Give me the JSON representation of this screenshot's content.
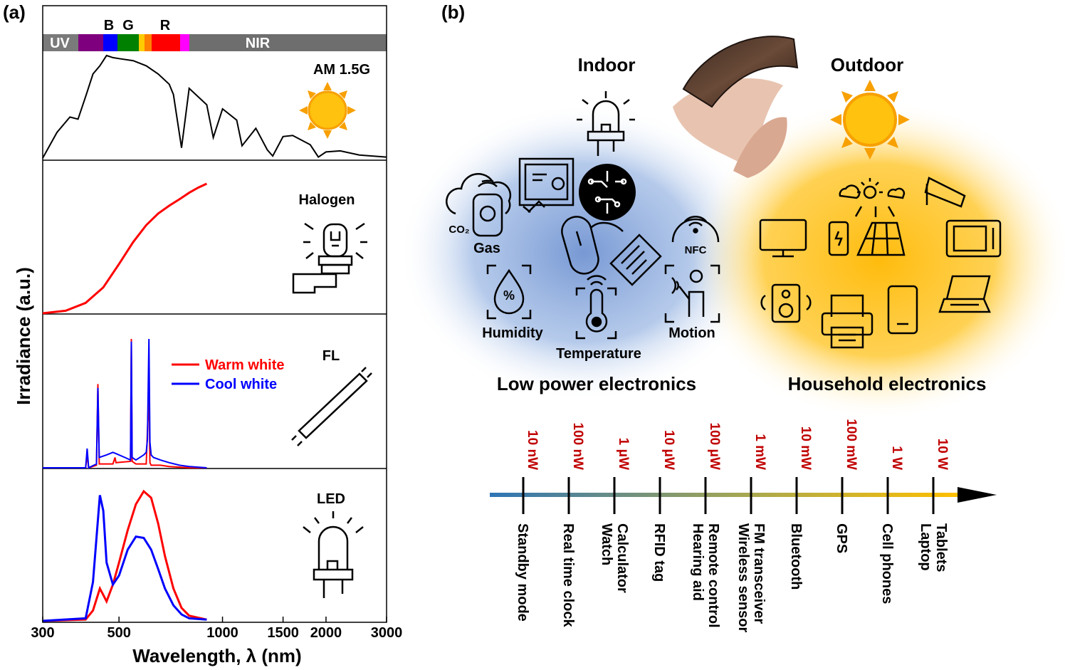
{
  "panel_a": {
    "label": "(a)",
    "ylabel": "Irradiance (a.u.)",
    "xlabel": "Wavelength, λ (nm)",
    "xticks": [
      "300",
      "500",
      "1000",
      "1500",
      "2000",
      "3000"
    ],
    "bands": {
      "uv": "UV",
      "b": "B",
      "g": "G",
      "r": "R",
      "nir": "NIR",
      "colors": {
        "uv": "#7a7a7a",
        "violet": "#7f007f",
        "blue": "#0000ff",
        "green": "#008000",
        "yellow": "#ffcc00",
        "orange": "#ff8000",
        "red": "#ff0000",
        "magenta": "#ff00ff",
        "nir": "#6e6e6e"
      }
    },
    "labels": {
      "am": "AM 1.5G",
      "halogen": "Halogen",
      "fl": "FL",
      "led": "LED"
    },
    "legend": {
      "warm": "Warm white",
      "cool": "Cool white"
    },
    "colors": {
      "warm": "#ff0000",
      "cool": "#0000ff",
      "sun_fill": "#ffc20e",
      "sun_ray": "#f7a000"
    }
  },
  "chart_data": [
    {
      "type": "line",
      "title": "AM 1.5G",
      "xlabel": "Wavelength, λ (nm)",
      "ylabel": "Irradiance (a.u.)",
      "x_scale": "log",
      "xlim": [
        300,
        3000
      ],
      "series": [
        {
          "x": [
            300,
            330,
            360,
            380,
            400,
            420,
            440,
            460,
            480,
            500,
            550,
            600,
            650,
            700,
            720,
            760,
            800,
            900,
            940,
            1000,
            1100,
            1140,
            1250,
            1350,
            1400,
            1500,
            1600,
            1800,
            1900,
            2000,
            2200,
            2500,
            3000
          ],
          "y": [
            0.0,
            0.25,
            0.4,
            0.38,
            0.6,
            0.82,
            0.9,
            1.0,
            0.98,
            0.97,
            0.95,
            0.9,
            0.82,
            0.72,
            0.62,
            0.1,
            0.68,
            0.52,
            0.2,
            0.48,
            0.37,
            0.12,
            0.29,
            0.08,
            0.02,
            0.21,
            0.22,
            0.13,
            0.01,
            0.06,
            0.07,
            0.03,
            0.01
          ]
        }
      ]
    },
    {
      "type": "line",
      "title": "Halogen",
      "x_scale": "log",
      "xlim": [
        300,
        3000
      ],
      "series": [
        {
          "color": "#ff0000",
          "x": [
            300,
            350,
            400,
            450,
            500,
            550,
            600,
            650,
            700,
            750,
            800,
            850,
            900
          ],
          "y": [
            0.0,
            0.02,
            0.08,
            0.2,
            0.38,
            0.55,
            0.68,
            0.77,
            0.83,
            0.88,
            0.93,
            0.97,
            1.0
          ]
        }
      ]
    },
    {
      "type": "line",
      "title": "FL",
      "x_scale": "log",
      "xlim": [
        300,
        3000
      ],
      "series": [
        {
          "name": "Warm white",
          "color": "#ff0000",
          "x": [
            300,
            400,
            404,
            408,
            430,
            434,
            438,
            480,
            487,
            490,
            540,
            543,
            546,
            560,
            600,
            611,
            615,
            620,
            660,
            700,
            800,
            900
          ],
          "y": [
            0.0,
            0.0,
            0.1,
            0.0,
            0.02,
            0.65,
            0.03,
            0.03,
            0.08,
            0.04,
            0.05,
            1.0,
            0.05,
            0.03,
            0.03,
            0.6,
            0.04,
            0.02,
            0.02,
            0.01,
            0.0,
            0.0
          ]
        },
        {
          "name": "Cool white",
          "color": "#0000ff",
          "x": [
            300,
            400,
            404,
            408,
            430,
            434,
            438,
            460,
            480,
            490,
            520,
            540,
            543,
            546,
            560,
            590,
            600,
            605,
            611,
            615,
            620,
            630,
            660,
            700,
            750,
            800,
            900
          ],
          "y": [
            0.0,
            0.0,
            0.15,
            0.0,
            0.03,
            0.62,
            0.08,
            0.1,
            0.12,
            0.11,
            0.08,
            0.06,
            0.98,
            0.08,
            0.06,
            0.1,
            0.12,
            0.22,
            1.0,
            0.2,
            0.1,
            0.08,
            0.06,
            0.04,
            0.02,
            0.01,
            0.0
          ]
        }
      ]
    },
    {
      "type": "line",
      "title": "LED",
      "x_scale": "log",
      "xlim": [
        300,
        3000
      ],
      "series": [
        {
          "name": "Warm white",
          "color": "#ff0000",
          "x": [
            300,
            400,
            420,
            440,
            450,
            460,
            480,
            500,
            530,
            560,
            590,
            620,
            650,
            680,
            720,
            760,
            800,
            900
          ],
          "y": [
            0.0,
            0.01,
            0.08,
            0.25,
            0.2,
            0.15,
            0.28,
            0.45,
            0.7,
            0.9,
            1.0,
            0.95,
            0.75,
            0.5,
            0.25,
            0.1,
            0.04,
            0.01
          ]
        },
        {
          "name": "Cool white",
          "color": "#0000ff",
          "x": [
            300,
            400,
            420,
            440,
            450,
            460,
            480,
            500,
            530,
            560,
            590,
            620,
            650,
            680,
            720,
            760,
            800,
            900
          ],
          "y": [
            0.0,
            0.02,
            0.3,
            0.97,
            0.85,
            0.45,
            0.28,
            0.35,
            0.55,
            0.65,
            0.64,
            0.55,
            0.4,
            0.25,
            0.12,
            0.05,
            0.02,
            0.01
          ]
        }
      ]
    }
  ],
  "panel_b": {
    "label": "(b)",
    "indoor": "Indoor",
    "outdoor": "Outdoor",
    "sensors": {
      "co2": "CO₂",
      "gas": "Gas",
      "nfc": "NFC",
      "humidity": "Humidity",
      "temperature": "Temperature",
      "motion": "Motion",
      "percent": "%"
    },
    "group_low": "Low power electronics",
    "group_house": "Household electronics",
    "colors": {
      "indoor_glow": "#7d9fd6",
      "outdoor_glow": "#ffc21a",
      "power": "#c00000",
      "arrow_start": "#2e75b6",
      "arrow_end": "#ffc000"
    },
    "scale": [
      {
        "power": "10 nW",
        "device": [
          "Standby mode"
        ]
      },
      {
        "power": "100 nW",
        "device": [
          "Real time clock"
        ]
      },
      {
        "power": "1 μW",
        "device": [
          "Watch",
          "Calculator"
        ]
      },
      {
        "power": "10 μW",
        "device": [
          "RFID tag"
        ]
      },
      {
        "power": "100 μW",
        "device": [
          "Hearing aid",
          "Remote control"
        ]
      },
      {
        "power": "1 mW",
        "device": [
          "Wireless sensor",
          "FM transceiver"
        ]
      },
      {
        "power": "10 mW",
        "device": [
          "Bluetooth"
        ]
      },
      {
        "power": "100 mW",
        "device": [
          "GPS"
        ]
      },
      {
        "power": "1 W",
        "device": [
          "Cell phones"
        ]
      },
      {
        "power": "10 W",
        "device": [
          "Laptop",
          "Tablets"
        ]
      }
    ]
  }
}
